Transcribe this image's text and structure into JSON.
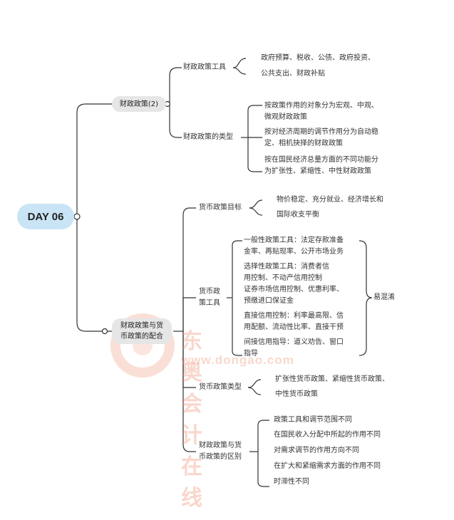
{
  "root": "DAY 06",
  "branch1": {
    "label": "财政政策(2)",
    "tools": {
      "label": "财政政策工具",
      "items": [
        "政府预算、税收、公债、政府投资、",
        "公共支出、财政补贴"
      ]
    },
    "types": {
      "label": "财政政策的类型",
      "items": [
        [
          "按政策作用的对象分为宏观、中观、",
          "微观财政政策"
        ],
        [
          "按对经济周期的调节作用分为自动稳",
          "定、相机抉择的财政政策"
        ],
        [
          "按在国民经济总量方面的不同功能分",
          "为扩张性、紧缩性、中性财政政策"
        ]
      ]
    }
  },
  "branch2": {
    "label": [
      "财政政策与货",
      "币政策的配合"
    ],
    "goal": {
      "label": "货币政策目标",
      "items": [
        "物价稳定、充分就业、经济增长和",
        "国际收支平衡"
      ]
    },
    "tools": {
      "label": [
        "货币政",
        "策工具"
      ],
      "items": [
        [
          "一般性政策工具：法定存款准备",
          "金率、再贴现率、公开市场业务"
        ],
        [
          "选择性政策工具：消费者信",
          "用控制、不动产信用控制",
          "证券市场信用控制、优惠利率、",
          "预缴进口保证金"
        ],
        [
          "直接信用控制：利率最高限、信",
          "用配额、流动性比率、直接干预"
        ],
        [
          "间接信用指导：道义劝告、窗口",
          "指导"
        ]
      ],
      "note": "易混淆"
    },
    "types": {
      "label": "货币政策类型",
      "items": [
        "扩张性货币政策、紧缩性货币政策、",
        "中性货币政策"
      ]
    },
    "diff": {
      "label": [
        "财政政策与货",
        "币政策的区别"
      ],
      "items": [
        "政策工具和调节范围不同",
        "在国民收入分配中所起的作用不同",
        "对需求调节的作用方向不同",
        "在扩大和紧缩需求方面的作用不同",
        "时滞性不同"
      ]
    }
  },
  "watermark": {
    "text": "东奥会计在线",
    "url": "www.dongao.com"
  }
}
